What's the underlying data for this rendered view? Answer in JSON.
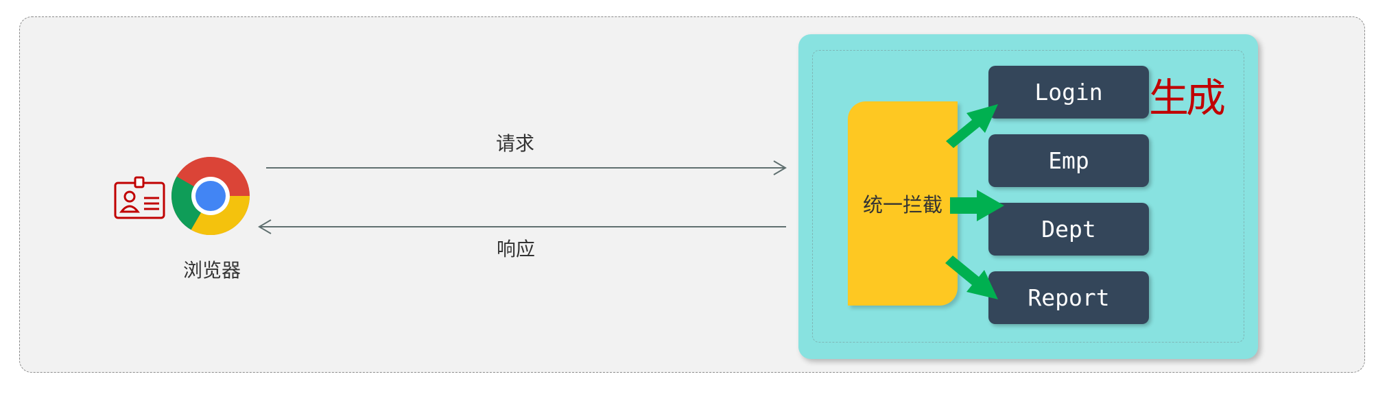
{
  "diagram": {
    "request_label": "请求",
    "response_label": "响应",
    "browser_label": "浏览器",
    "interceptor_label": "统一拦截",
    "modules": [
      "Login",
      "Emp",
      "Dept",
      "Report"
    ],
    "stamp_text": "生成"
  },
  "colors": {
    "background": "#f2f2f2",
    "server": "#88e2e0",
    "interceptor": "#fec822",
    "module": "#34465a",
    "arrow": "#00b050",
    "stamp": "#c00000"
  },
  "icons": [
    "id-card-icon",
    "chrome-icon"
  ]
}
